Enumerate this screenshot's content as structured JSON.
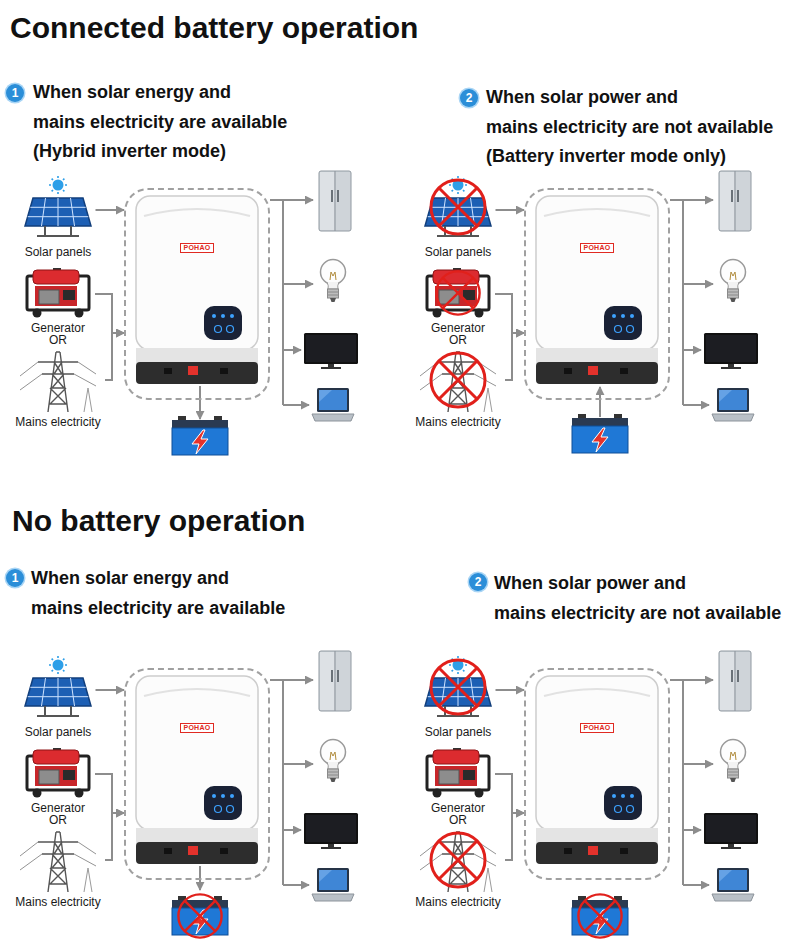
{
  "diagram": {
    "nodes": [
      {
        "text": [
          "Solar panels"
        ]
      },
      {
        "text": [
          "Generator"
        ]
      },
      {
        "text": [
          "Mains electricity"
        ]
      },
      {
        "text": [
          "POHAO"
        ]
      },
      {
        "text": [
          "Solar panels"
        ]
      },
      {
        "text": [
          "Generator"
        ]
      },
      {
        "text": [
          "Mains electricity"
        ]
      },
      {
        "text": [
          "POHAO"
        ]
      },
      {
        "text": [
          "Solar panels"
        ]
      },
      {
        "text": [
          "Generator"
        ]
      },
      {
        "text": [
          "Mains electricity"
        ]
      },
      {
        "text": [
          "POHAO"
        ]
      },
      {
        "text": [
          "Solar panels"
        ]
      },
      {
        "text": [
          "Generator"
        ]
      },
      {
        "text": [
          "Mains electricity"
        ]
      },
      {
        "text": [
          "POHAO"
        ]
      }
    ],
    "edges": [
      {
        "from": 0,
        "to": 3,
        "arrow": "to"
      },
      {
        "from": 1,
        "to": 3,
        "arrow": "to"
      },
      {
        "from": 2,
        "to": 3,
        "arrow": "to"
      },
      {
        "from": 4,
        "to": 7,
        "arrow": "to"
      },
      {
        "from": 5,
        "to": 7,
        "arrow": "to"
      },
      {
        "from": 6,
        "to": 7,
        "arrow": "to"
      },
      {
        "from": 8,
        "to": 11,
        "arrow": "to"
      },
      {
        "from": 9,
        "to": 11,
        "arrow": "to"
      },
      {
        "from": 10,
        "to": 11,
        "arrow": "to"
      },
      {
        "from": 12,
        "to": 15,
        "arrow": "to"
      },
      {
        "from": 13,
        "to": 15,
        "arrow": "to"
      },
      {
        "from": 14,
        "to": 15,
        "arrow": "to"
      }
    ],
    "labels": [
      "Connected battery operation",
      "1",
      "When solar energy and mains electricity are available (Hybrid inverter mode)",
      "2",
      "When solar power and mains electricity are not available (Battery inverter mode only)",
      "OR",
      "OR",
      "No battery operation",
      "1",
      "When solar energy and mains electricity are available",
      "2",
      "When solar power and mains electricity are not available",
      "OR",
      "OR"
    ]
  }
}
